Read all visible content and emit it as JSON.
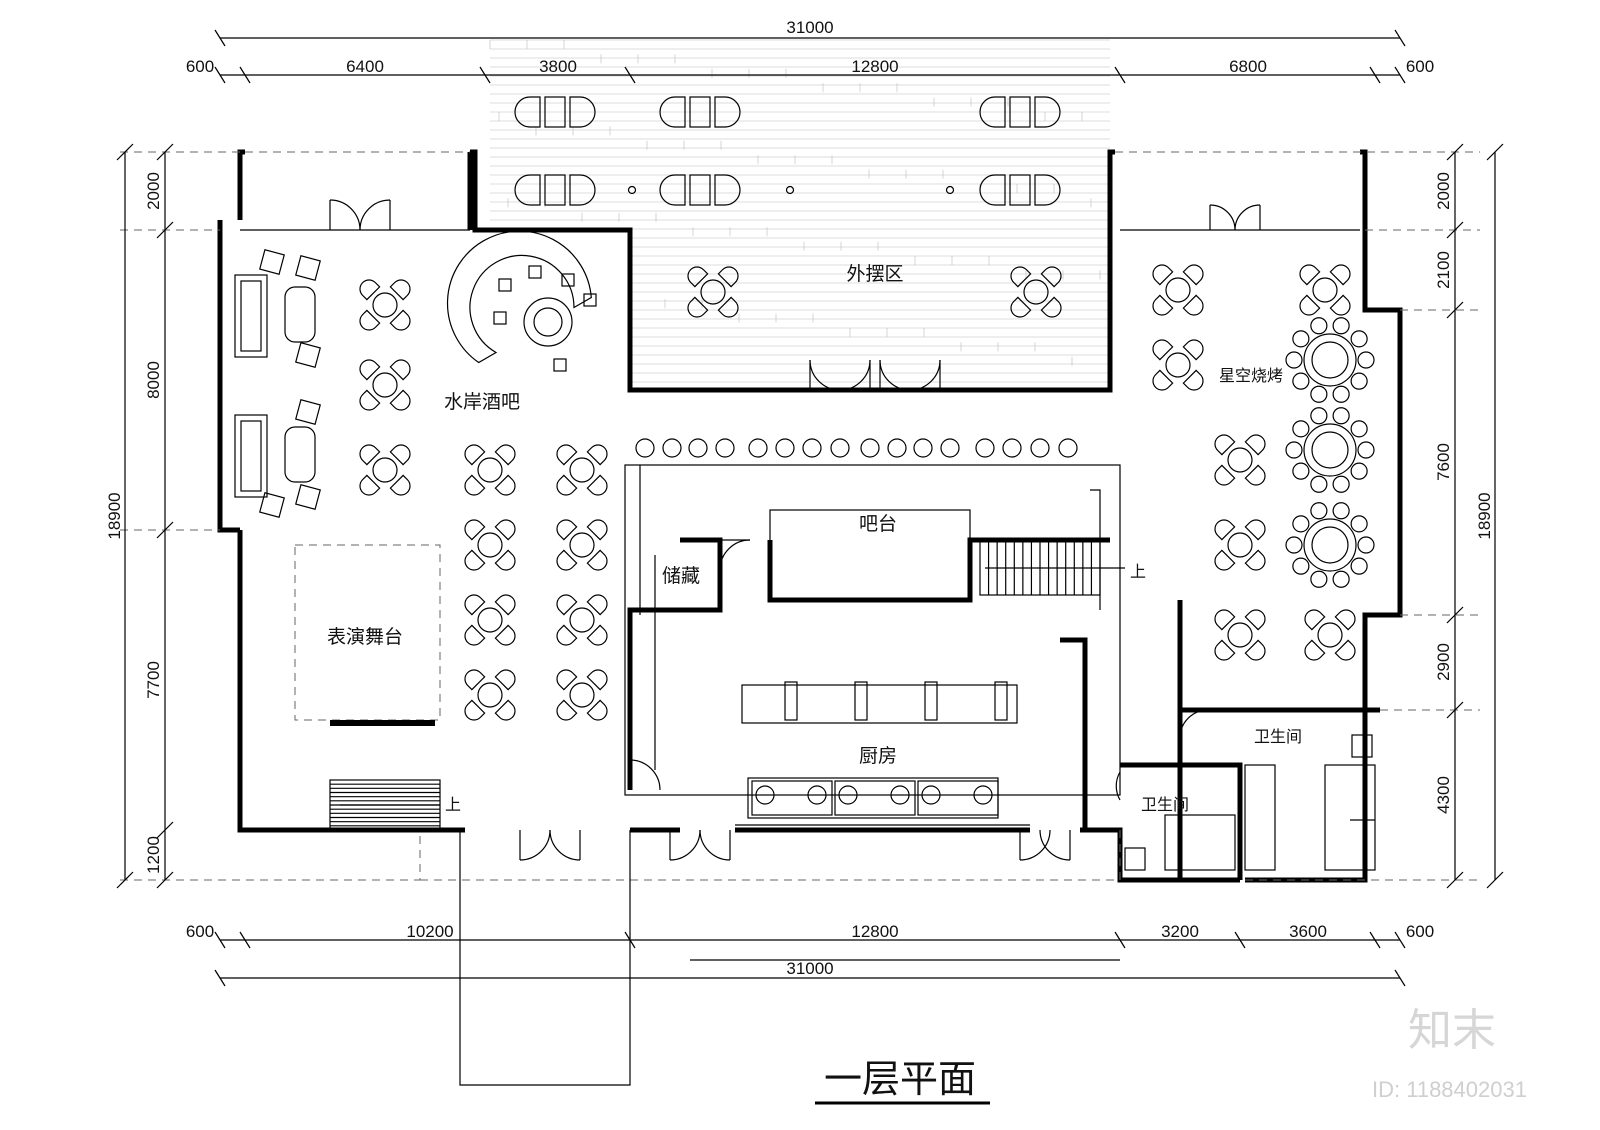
{
  "title": "一层平面",
  "dimensions": {
    "top_total": "31000",
    "top_segments": [
      "600",
      "6400",
      "3800",
      "12800",
      "6800",
      "600"
    ],
    "bottom_segments": [
      "600",
      "10200",
      "12800",
      "3200",
      "3600",
      "600"
    ],
    "bottom_total": "31000",
    "left_total": "18900",
    "left_segments": [
      "2000",
      "8000",
      "7700",
      "1200"
    ],
    "right_total": "18900",
    "right_segments": [
      "2000",
      "2100",
      "7600",
      "2900",
      "4300"
    ]
  },
  "rooms": {
    "outdoor": "外摆区",
    "bar": "水岸酒吧",
    "stage": "表演舞台",
    "counter": "吧台",
    "storage": "储藏",
    "kitchen": "厨房",
    "bbq": "星空烧烤",
    "restroom_1": "卫生间",
    "restroom_2": "卫生间"
  },
  "stair_labels": [
    "上",
    "上"
  ],
  "watermark": {
    "brand": "知末",
    "id": "ID: 1188402031"
  }
}
